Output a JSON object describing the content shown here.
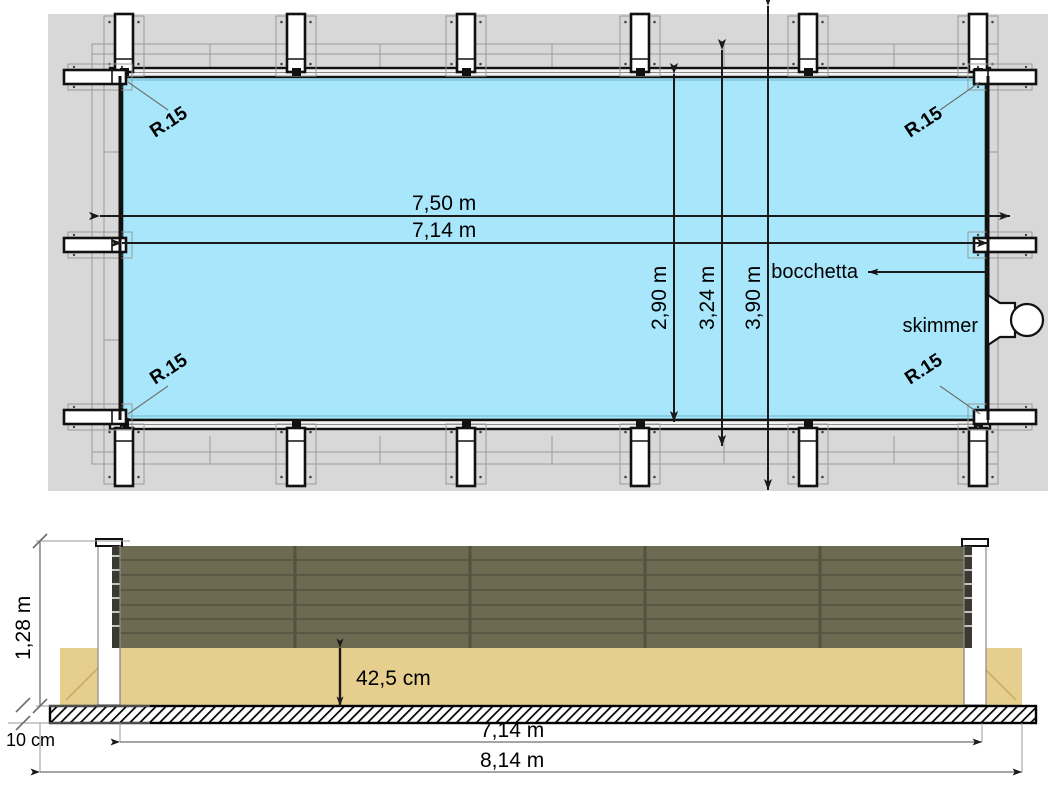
{
  "drawing": {
    "title": "Pool plan and elevation technical drawing",
    "colors": {
      "water": "#a7e6fb",
      "ground": "#d8d8d8",
      "wood_panel": "#6d6a52",
      "sand": "#e6cf8e",
      "slab_line": "#000000",
      "outline": "#000000",
      "faint_line": "#999999"
    }
  },
  "plan_view": {
    "name": "plan-view",
    "dimensions": {
      "outer_length": {
        "label": "7,50 m",
        "value": 7.5,
        "unit": "m"
      },
      "inner_length": {
        "label": "7,14 m",
        "value": 7.14,
        "unit": "m"
      },
      "inner_width": {
        "label": "2,90 m",
        "value": 2.9,
        "unit": "m"
      },
      "mid_width": {
        "label": "3,24 m",
        "value": 3.24,
        "unit": "m"
      },
      "outer_width": {
        "label": "3,90 m",
        "value": 3.9,
        "unit": "m"
      }
    },
    "radius_callouts": [
      {
        "label": "R.15",
        "corner": "top-left"
      },
      {
        "label": "R.15",
        "corner": "top-right"
      },
      {
        "label": "R.15",
        "corner": "bottom-left"
      },
      {
        "label": "R.15",
        "corner": "bottom-right"
      }
    ],
    "components": [
      {
        "label": "bocchetta",
        "type": "inlet-nozzle"
      },
      {
        "label": "skimmer",
        "type": "skimmer"
      }
    ],
    "post_count_top": 6,
    "post_count_bottom": 6,
    "beam_count_left": 3,
    "beam_count_right": 3
  },
  "elevation_view": {
    "name": "elevation-view",
    "dimensions": {
      "wall_height": {
        "label": "1,28 m",
        "value": 1.28,
        "unit": "m"
      },
      "sand_height": {
        "label": "42,5 cm",
        "value": 42.5,
        "unit": "cm"
      },
      "slab_height": {
        "label": "10 cm",
        "value": 10,
        "unit": "cm"
      },
      "inner_length": {
        "label": "7,14 m",
        "value": 7.14,
        "unit": "m"
      },
      "outer_length": {
        "label": "8,14 m",
        "value": 8.14,
        "unit": "m"
      }
    },
    "plank_rows": 7,
    "panel_joint_count": 4
  }
}
